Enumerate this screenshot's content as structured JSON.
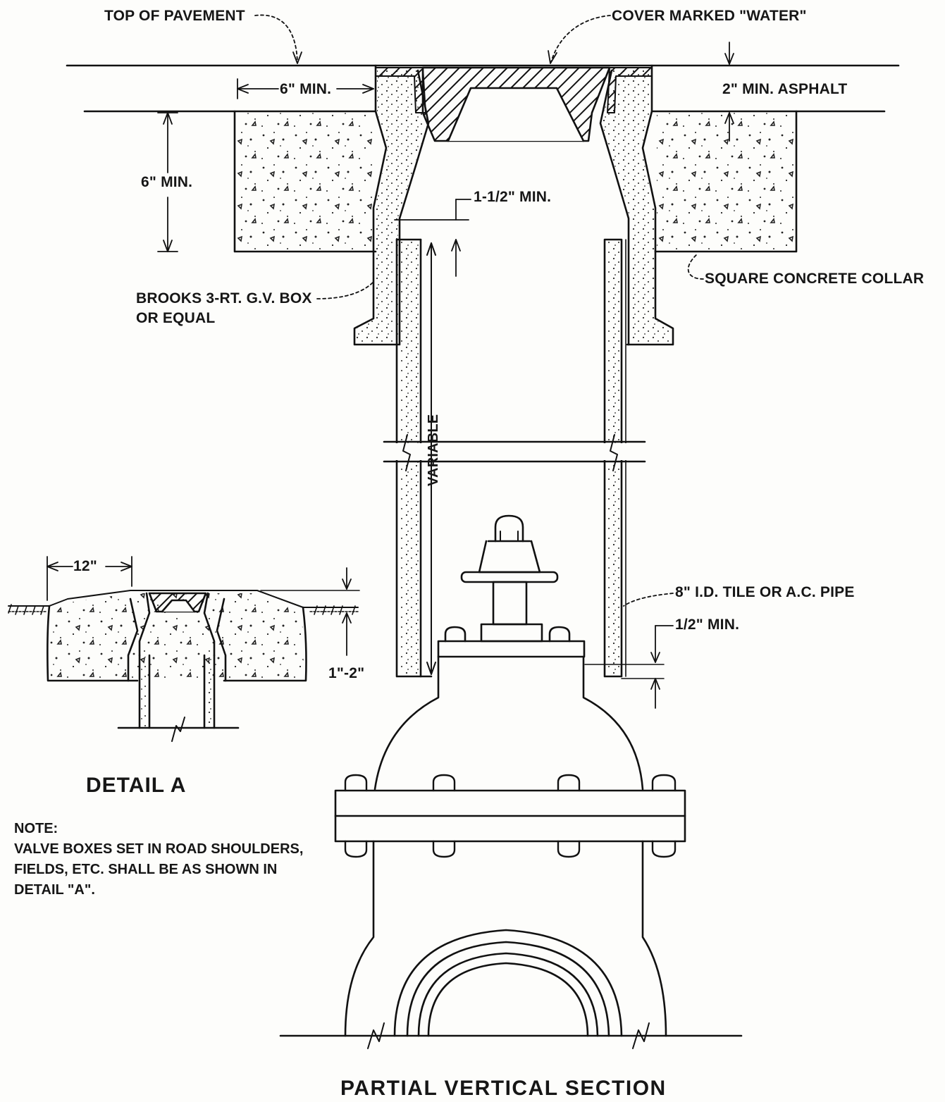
{
  "labels": {
    "top_of_pavement": "TOP OF PAVEMENT",
    "cover_marked": "COVER MARKED \"WATER\"",
    "six_min_horizontal": "6\" MIN.",
    "two_min_asphalt": "2\" MIN. ASPHALT",
    "six_min_vertical": "6\" MIN.",
    "one_half_min": "1-1/2\" MIN.",
    "square_collar": "SQUARE CONCRETE COLLAR",
    "brooks_line1": "BROOKS 3-RT. G.V. BOX",
    "brooks_line2": "OR EQUAL",
    "variable": "VARIABLE",
    "tile_pipe": "8\" I.D. TILE OR A.C. PIPE",
    "half_min": "1/2\" MIN.",
    "twelve_in": "12\"",
    "one_two_in": "1\"-2\"",
    "detail_title": "DETAIL A",
    "main_title": "PARTIAL VERTICAL SECTION"
  },
  "note": {
    "heading": "NOTE:",
    "lines": [
      "VALVE BOXES SET IN ROAD SHOULDERS,",
      "FIELDS, ETC. SHALL BE AS SHOWN IN",
      "DETAIL \"A\"."
    ]
  }
}
